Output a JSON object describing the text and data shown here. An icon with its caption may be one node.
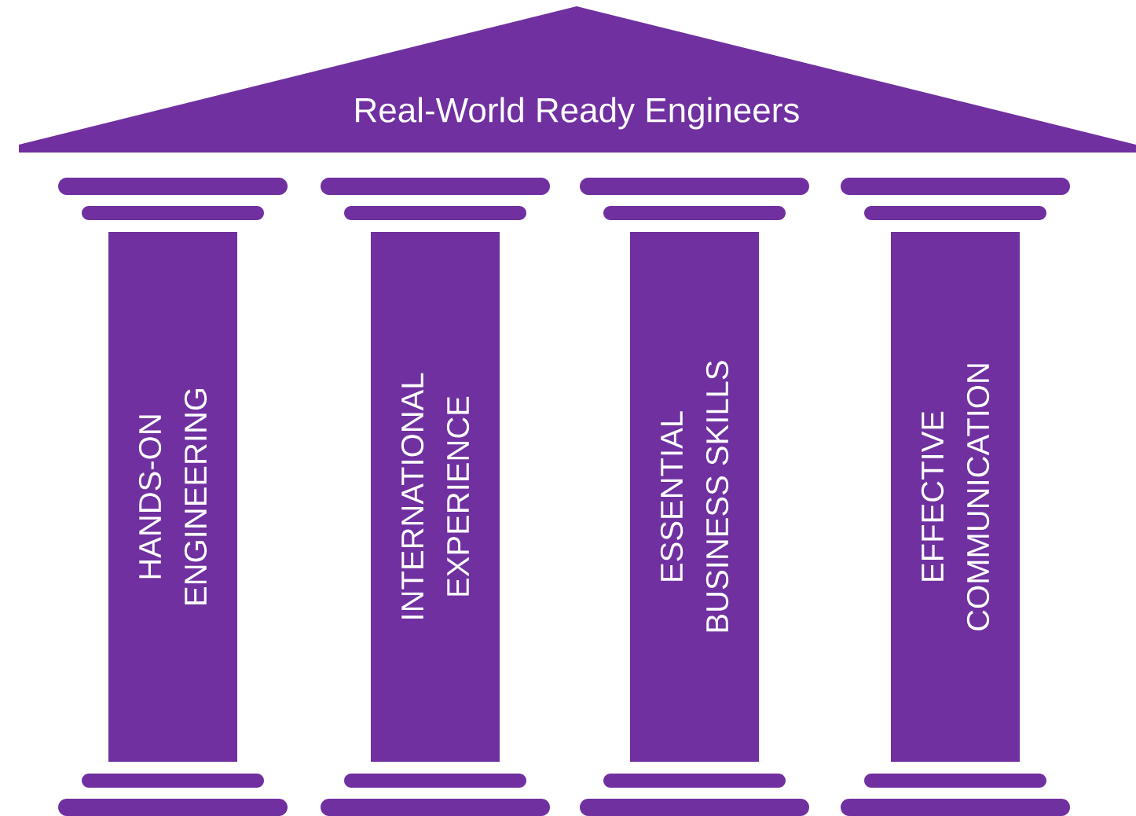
{
  "diagram": {
    "nodes": [
      {
        "text": [
          "Real-World Ready Engineers"
        ]
      },
      {
        "text": [
          "HANDS-ON ENGINEERING"
        ]
      },
      {
        "text": [
          "INTERNATIONAL EXPERIENCE"
        ]
      },
      {
        "text": [
          "ESSENTIAL BUSINESS SKILLS"
        ]
      },
      {
        "text": [
          "EFFECTIVE COMMUNICATION"
        ]
      }
    ]
  }
}
